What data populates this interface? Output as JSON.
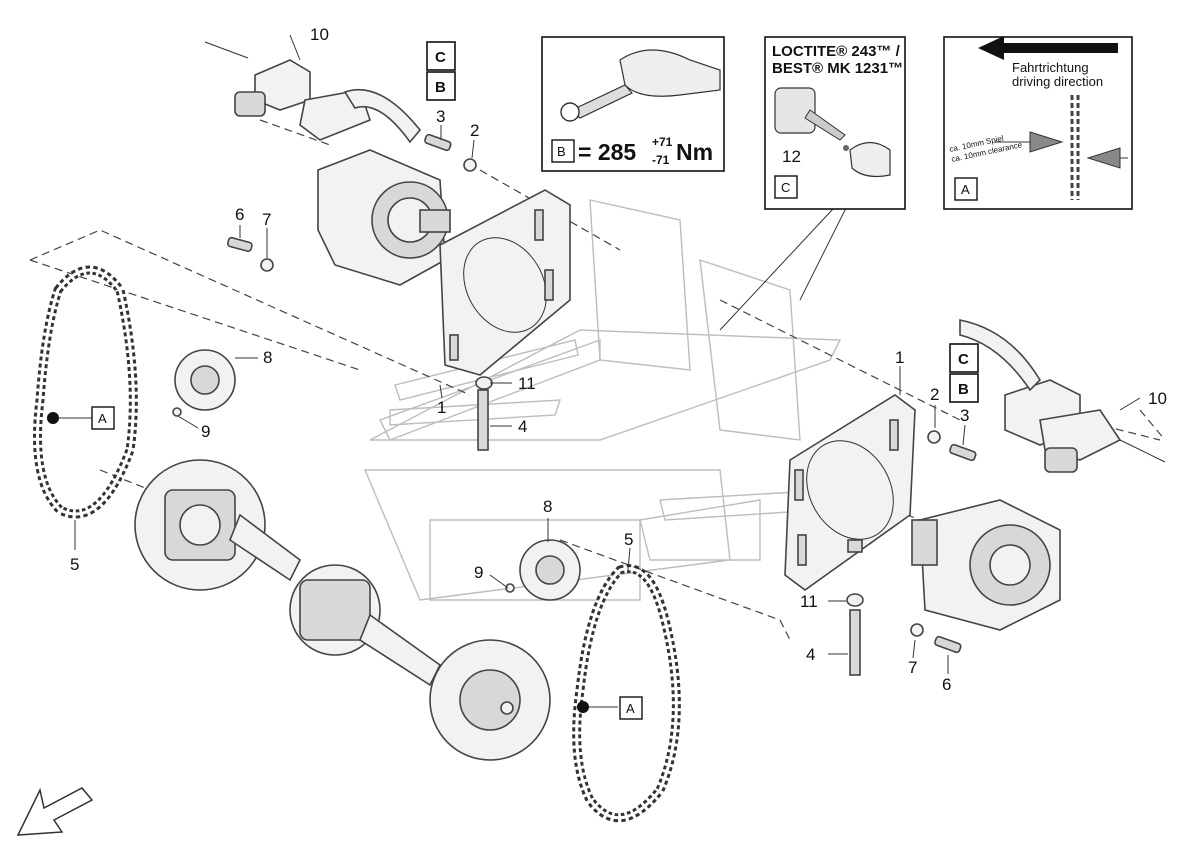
{
  "callouts": {
    "n1": "1",
    "n2": "2",
    "n3": "3",
    "n4": "4",
    "n5": "5",
    "n6": "6",
    "n7": "7",
    "n8": "8",
    "n9": "9",
    "n10": "10",
    "n11": "11",
    "n12": "12"
  },
  "refs": {
    "a": "A",
    "b": "B",
    "c": "C"
  },
  "torque": {
    "eq_value": "= 285",
    "tol_plus": "+71",
    "tol_minus": "-71",
    "unit": "Nm"
  },
  "adhesive": {
    "line1": "LOCTITE® 243™ /",
    "line2": "BEST® MK 1231™"
  },
  "direction": {
    "de": "Fahrtrichtung",
    "en": "driving direction",
    "clearance_de": "ca. 10mm Spiel",
    "clearance_en": "ca. 10mm clearance"
  }
}
